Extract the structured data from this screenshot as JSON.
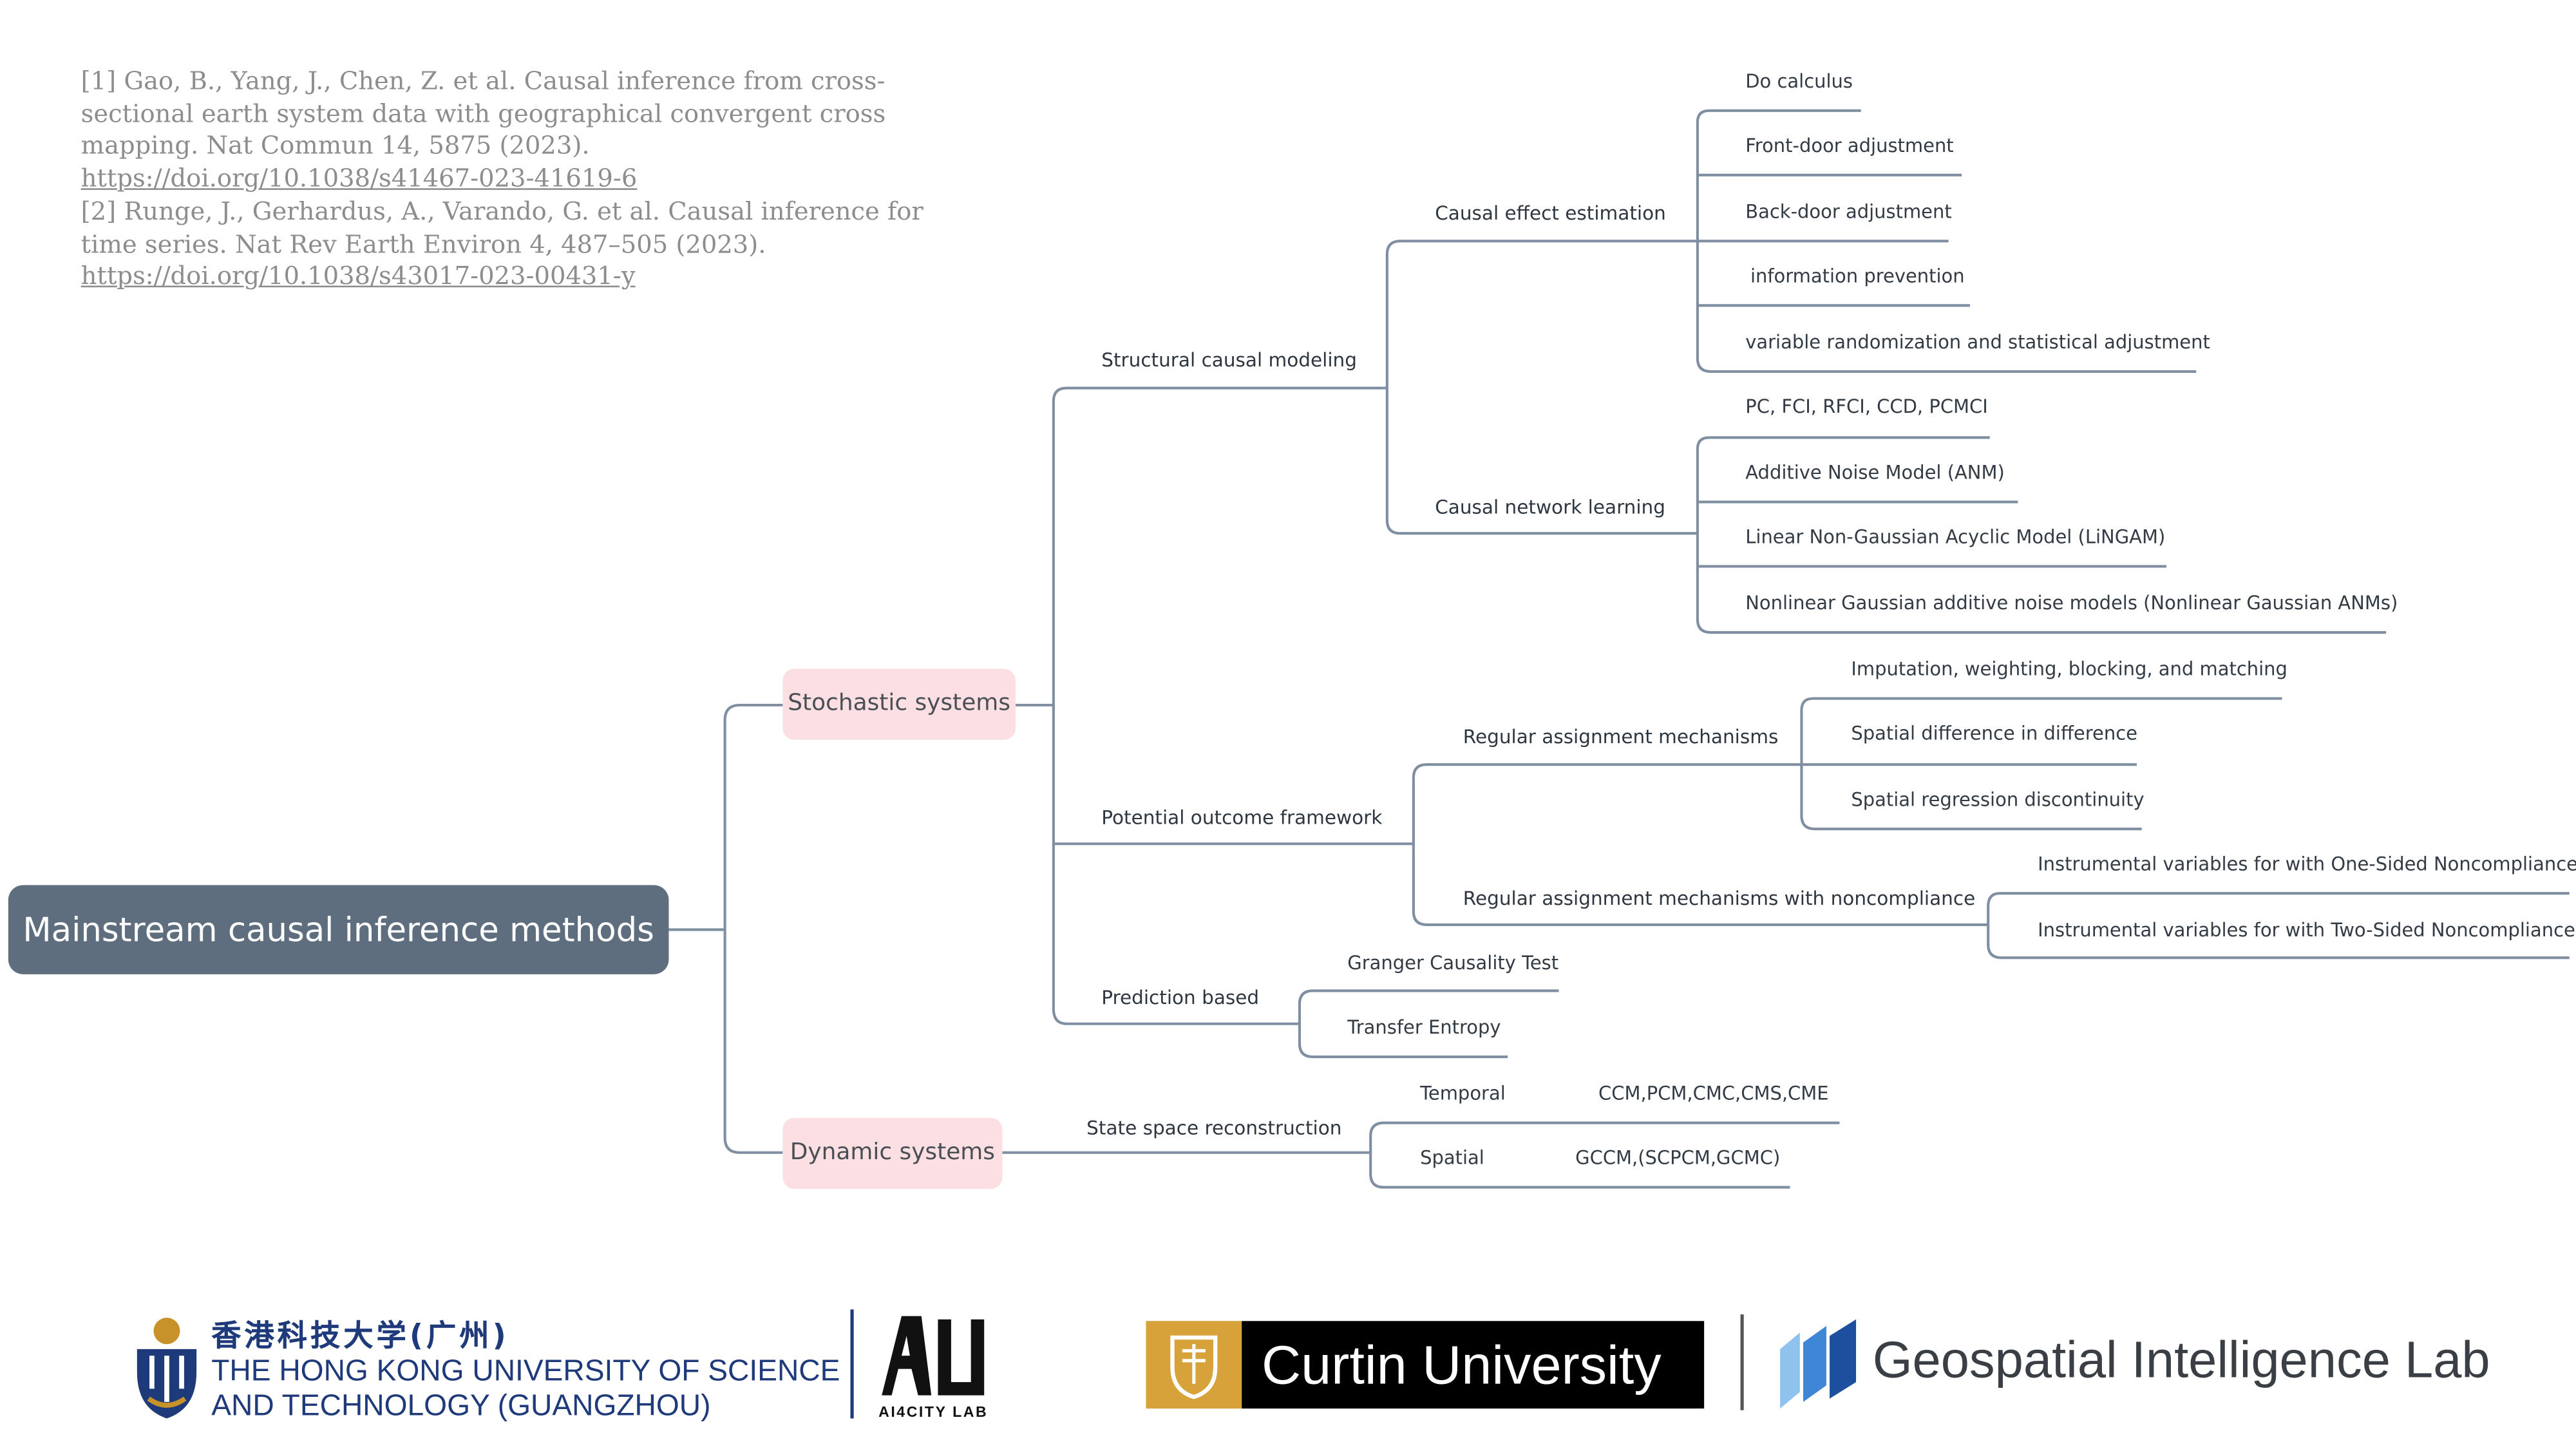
{
  "references": {
    "ref1_text": "[1] Gao, B., Yang, J., Chen, Z. et al. Causal inference from cross-sectional earth system    data with geographical convergent cross mapping. Nat Commun 14, 5875 (2023). ",
    "ref1_link": "https://doi.org/10.1038/s41467-023-41619-6",
    "ref2_text": "[2] Runge, J., Gerhardus, A., Varando, G. et al. Causal inference for time series. Nat Rev Earth Environ 4, 487–505 (2023). ",
    "ref2_link": "https://doi.org/10.1038/s43017-023-00431-y"
  },
  "mindmap": {
    "root": "Mainstream causal inference methods",
    "stochastic": "Stochastic systems",
    "dynamic": "Dynamic systems",
    "structural": "Structural causal modeling",
    "effect_estimation": "Causal effect estimation",
    "do_calculus": "Do calculus",
    "front_door": "Front-door adjustment",
    "back_door": "Back-door adjustment",
    "info_prevention": "information prevention",
    "var_random": "variable randomization and statistical adjustment",
    "network_learning": "Causal network learning",
    "pc_fci": "PC, FCI, RFCI, CCD, PCMCI",
    "anm": "Additive Noise Model (ANM)",
    "lingam": "Linear Non-Gaussian Acyclic Model (LiNGAM)",
    "nonlinear_anm": "Nonlinear Gaussian additive noise models (Nonlinear Gaussian ANMs)",
    "potential_outcome": "Potential outcome framework",
    "regular_assign": "Regular assignment mechanisms",
    "imputation": "Imputation, weighting, blocking, and matching",
    "spatial_did": "Spatial difference in difference",
    "spatial_rd": "Spatial regression discontinuity",
    "regular_noncomp": "Regular assignment mechanisms with noncompliance",
    "iv_one": "Instrumental variables for with One-Sided Noncompliance",
    "iv_two": "Instrumental variables for with Two-Sided Noncompliance",
    "prediction": "Prediction based",
    "granger": "Granger Causality Test",
    "transfer": "Transfer Entropy",
    "state_space": "State space reconstruction",
    "temporal": "Temporal",
    "temporal_methods": "CCM,PCM,CMC,CMS,CME",
    "spatial": "Spatial",
    "spatial_methods": "GCCM,(SCPCM,GCMC)"
  },
  "logos": {
    "hkust_cn": "香港科技大学(广州)",
    "hkust_en_1": "THE HONG KONG UNIVERSITY OF SCIENCE",
    "hkust_en_2": "AND TECHNOLOGY (GUANGZHOU)",
    "ai4city": "AI4CITY LAB",
    "curtin": "Curtin University",
    "geo_lab": "Geospatial Intelligence Lab"
  },
  "colors": {
    "connector": "#7f8fa1",
    "root_fill": "#5e6e7e",
    "pill_fill": "#fbdfe2",
    "label_text": "#333b44"
  }
}
